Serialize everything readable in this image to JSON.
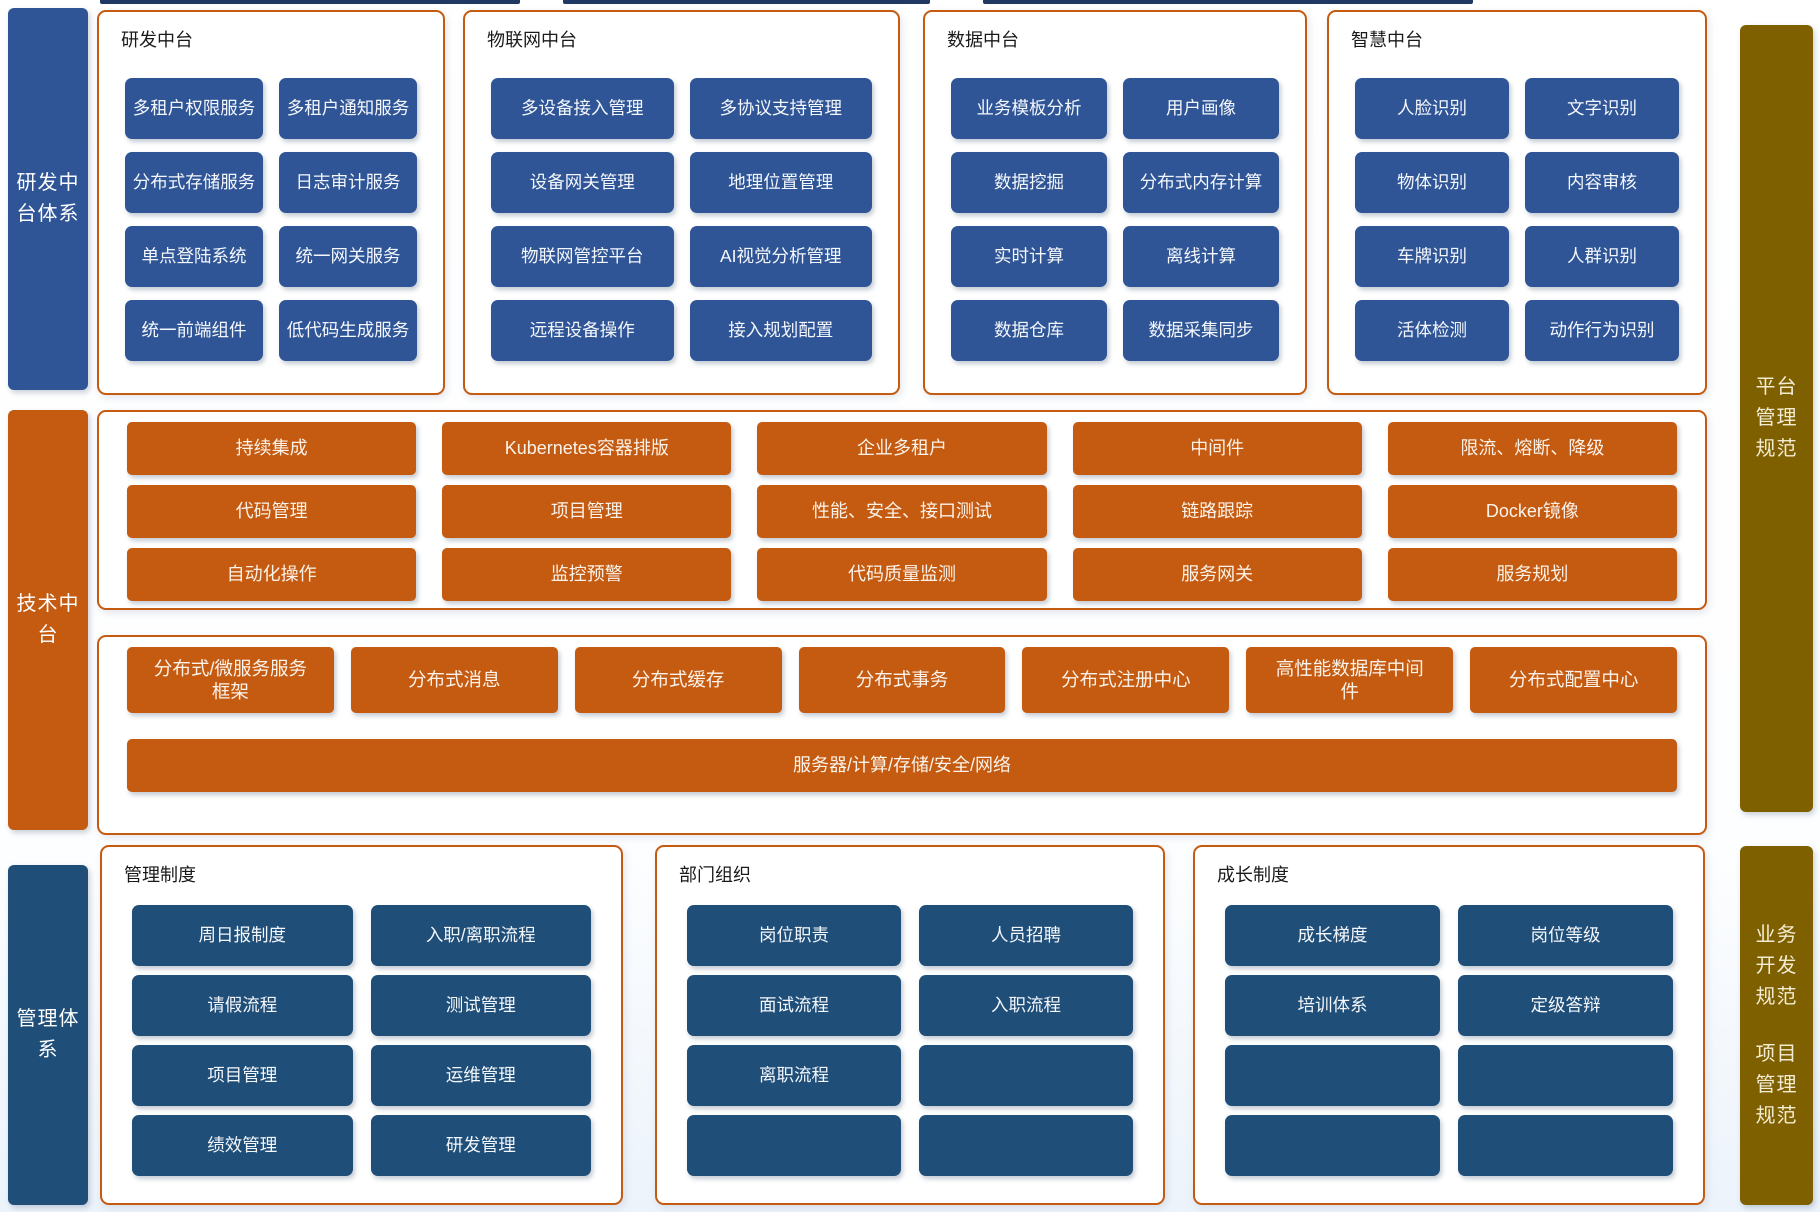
{
  "palette": {
    "royal_blue": "#2F5597",
    "steel_blue": "#1F4E79",
    "orange": "#C55A11",
    "olive": "#7F6000",
    "navy_fragment": "#1F3864"
  },
  "left_rail": {
    "items": [
      {
        "label": "研发中台体系"
      },
      {
        "label": "技术中台"
      },
      {
        "label": "管理体系"
      }
    ]
  },
  "right_rail": {
    "items": [
      {
        "label": "平台管理规范"
      },
      {
        "labels": [
          "业务开发规范",
          "项目管理规范"
        ]
      }
    ]
  },
  "top_groups": [
    {
      "title": "研发中台",
      "items": [
        "多租户权限服务",
        "多租户通知服务",
        "分布式存储服务",
        "日志审计服务",
        "单点登陆系统",
        "统一网关服务",
        "统一前端组件",
        "低代码生成服务"
      ]
    },
    {
      "title": "物联网中台",
      "items": [
        "多设备接入管理",
        "多协议支持管理",
        "设备网关管理",
        "地理位置管理",
        "物联网管控平台",
        "AI视觉分析管理",
        "远程设备操作",
        "接入规划配置"
      ]
    },
    {
      "title": "数据中台",
      "items": [
        "业务模板分析",
        "用户画像",
        "数据挖掘",
        "分布式内存计算",
        "实时计算",
        "离线计算",
        "数据仓库",
        "数据采集同步"
      ]
    },
    {
      "title": "智慧中台",
      "items": [
        "人脸识别",
        "文字识别",
        "物体识别",
        "内容审核",
        "车牌识别",
        "人群识别",
        "活体检测",
        "动作行为识别"
      ]
    }
  ],
  "middle": {
    "ops_items": [
      "持续集成",
      "Kubernetes容器排版",
      "企业多租户",
      "中间件",
      "限流、熔断、降级",
      "代码管理",
      "项目管理",
      "性能、安全、接口测试",
      "链路跟踪",
      "Docker镜像",
      "自动化操作",
      "监控预警",
      "代码质量监测",
      "服务网关",
      "服务规划"
    ],
    "infra_items": [
      "分布式/微服务服务框架",
      "分布式消息",
      "分布式缓存",
      "分布式事务",
      "分布式注册中心",
      "高性能数据库中间件",
      "分布式配置中心"
    ],
    "infra_bar": "服务器/计算/存储/安全/网络"
  },
  "bottom_groups": [
    {
      "title": "管理制度",
      "items": [
        "周日报制度",
        "入职/离职流程",
        "请假流程",
        "测试管理",
        "项目管理",
        "运维管理",
        "绩效管理",
        "研发管理"
      ]
    },
    {
      "title": "部门组织",
      "items": [
        "岗位职责",
        "人员招聘",
        "面试流程",
        "入职流程",
        "离职流程",
        "",
        "",
        ""
      ]
    },
    {
      "title": "成长制度",
      "items": [
        "成长梯度",
        "岗位等级",
        "培训体系",
        "定级答辩",
        "",
        "",
        "",
        ""
      ]
    }
  ]
}
